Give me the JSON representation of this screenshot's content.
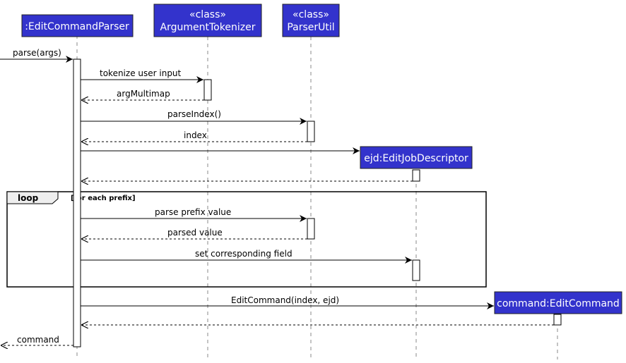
{
  "participants": {
    "edit_command_parser": {
      "name": ":EditCommandParser"
    },
    "argument_tokenizer": {
      "stereotype": "«class»",
      "name": "ArgumentTokenizer"
    },
    "parser_util": {
      "stereotype": "«class»",
      "name": "ParserUtil"
    },
    "edit_job_descriptor": {
      "name": "ejd:EditJobDescriptor"
    },
    "edit_command": {
      "name": "command:EditCommand"
    }
  },
  "messages": {
    "parse": "parse(args)",
    "tokenize": "tokenize user input",
    "arg_multimap": "argMultimap",
    "parse_index": "parseIndex()",
    "index": "index",
    "parse_prefix_value": "parse prefix value",
    "parsed_value": "parsed value",
    "set_field": "set corresponding field",
    "edit_command_ctor": "EditCommand(index, ejd)",
    "command": "command"
  },
  "loop": {
    "label": "loop",
    "guard": "[for each prefix]"
  },
  "colors": {
    "participant_fill": "#3333cc",
    "participant_border": "#222222",
    "lifeline": "#888888"
  }
}
